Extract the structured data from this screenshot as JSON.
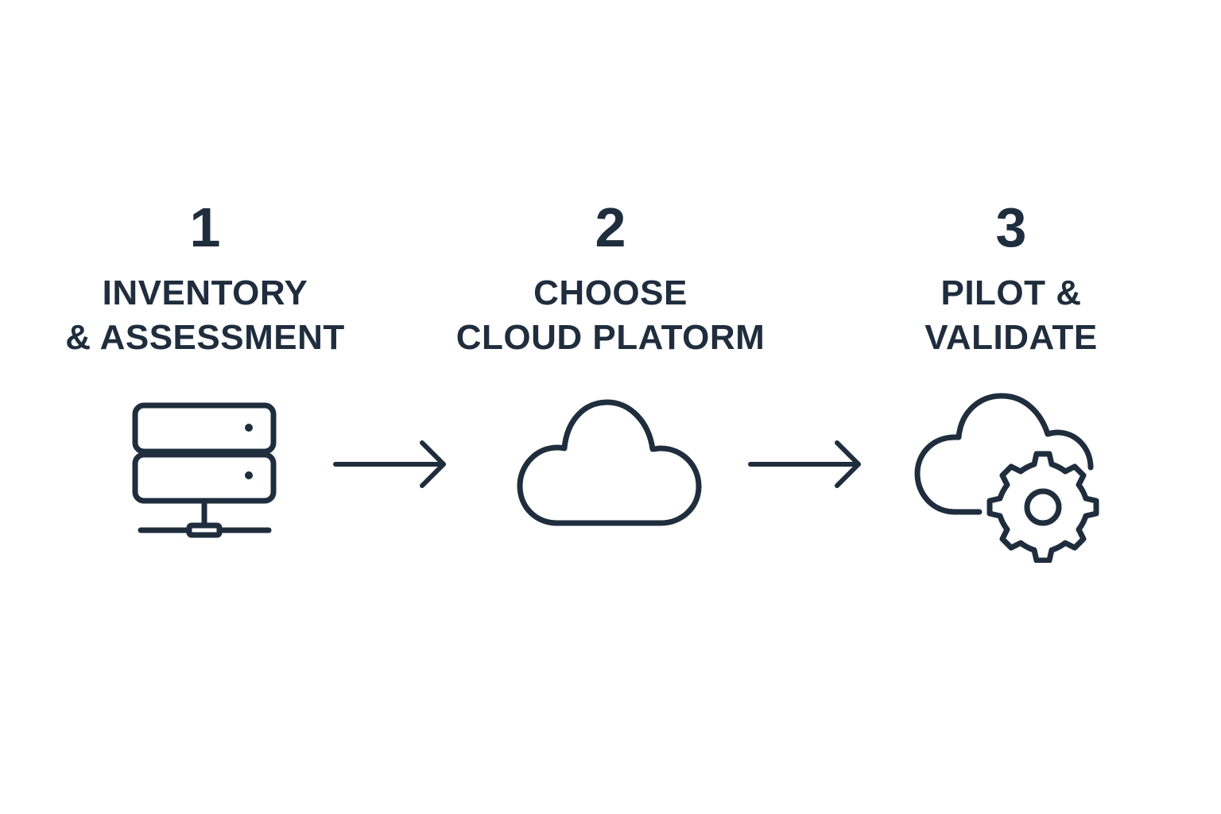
{
  "steps": [
    {
      "number": "1",
      "title_lines": [
        "INVENTORY",
        "& ASSESSMENT"
      ],
      "icon": "server-network-icon"
    },
    {
      "number": "2",
      "title_lines": [
        "CHOOSE",
        "CLOUD PLATORM"
      ],
      "icon": "cloud-icon"
    },
    {
      "number": "3",
      "title_lines": [
        "PILOT &",
        "VALIDATE"
      ],
      "icon": "cloud-gear-icon"
    }
  ],
  "connectors": [
    "arrow-right-icon",
    "arrow-right-icon"
  ],
  "colors": {
    "ink": "#1f2d3d",
    "background": "#ffffff"
  }
}
